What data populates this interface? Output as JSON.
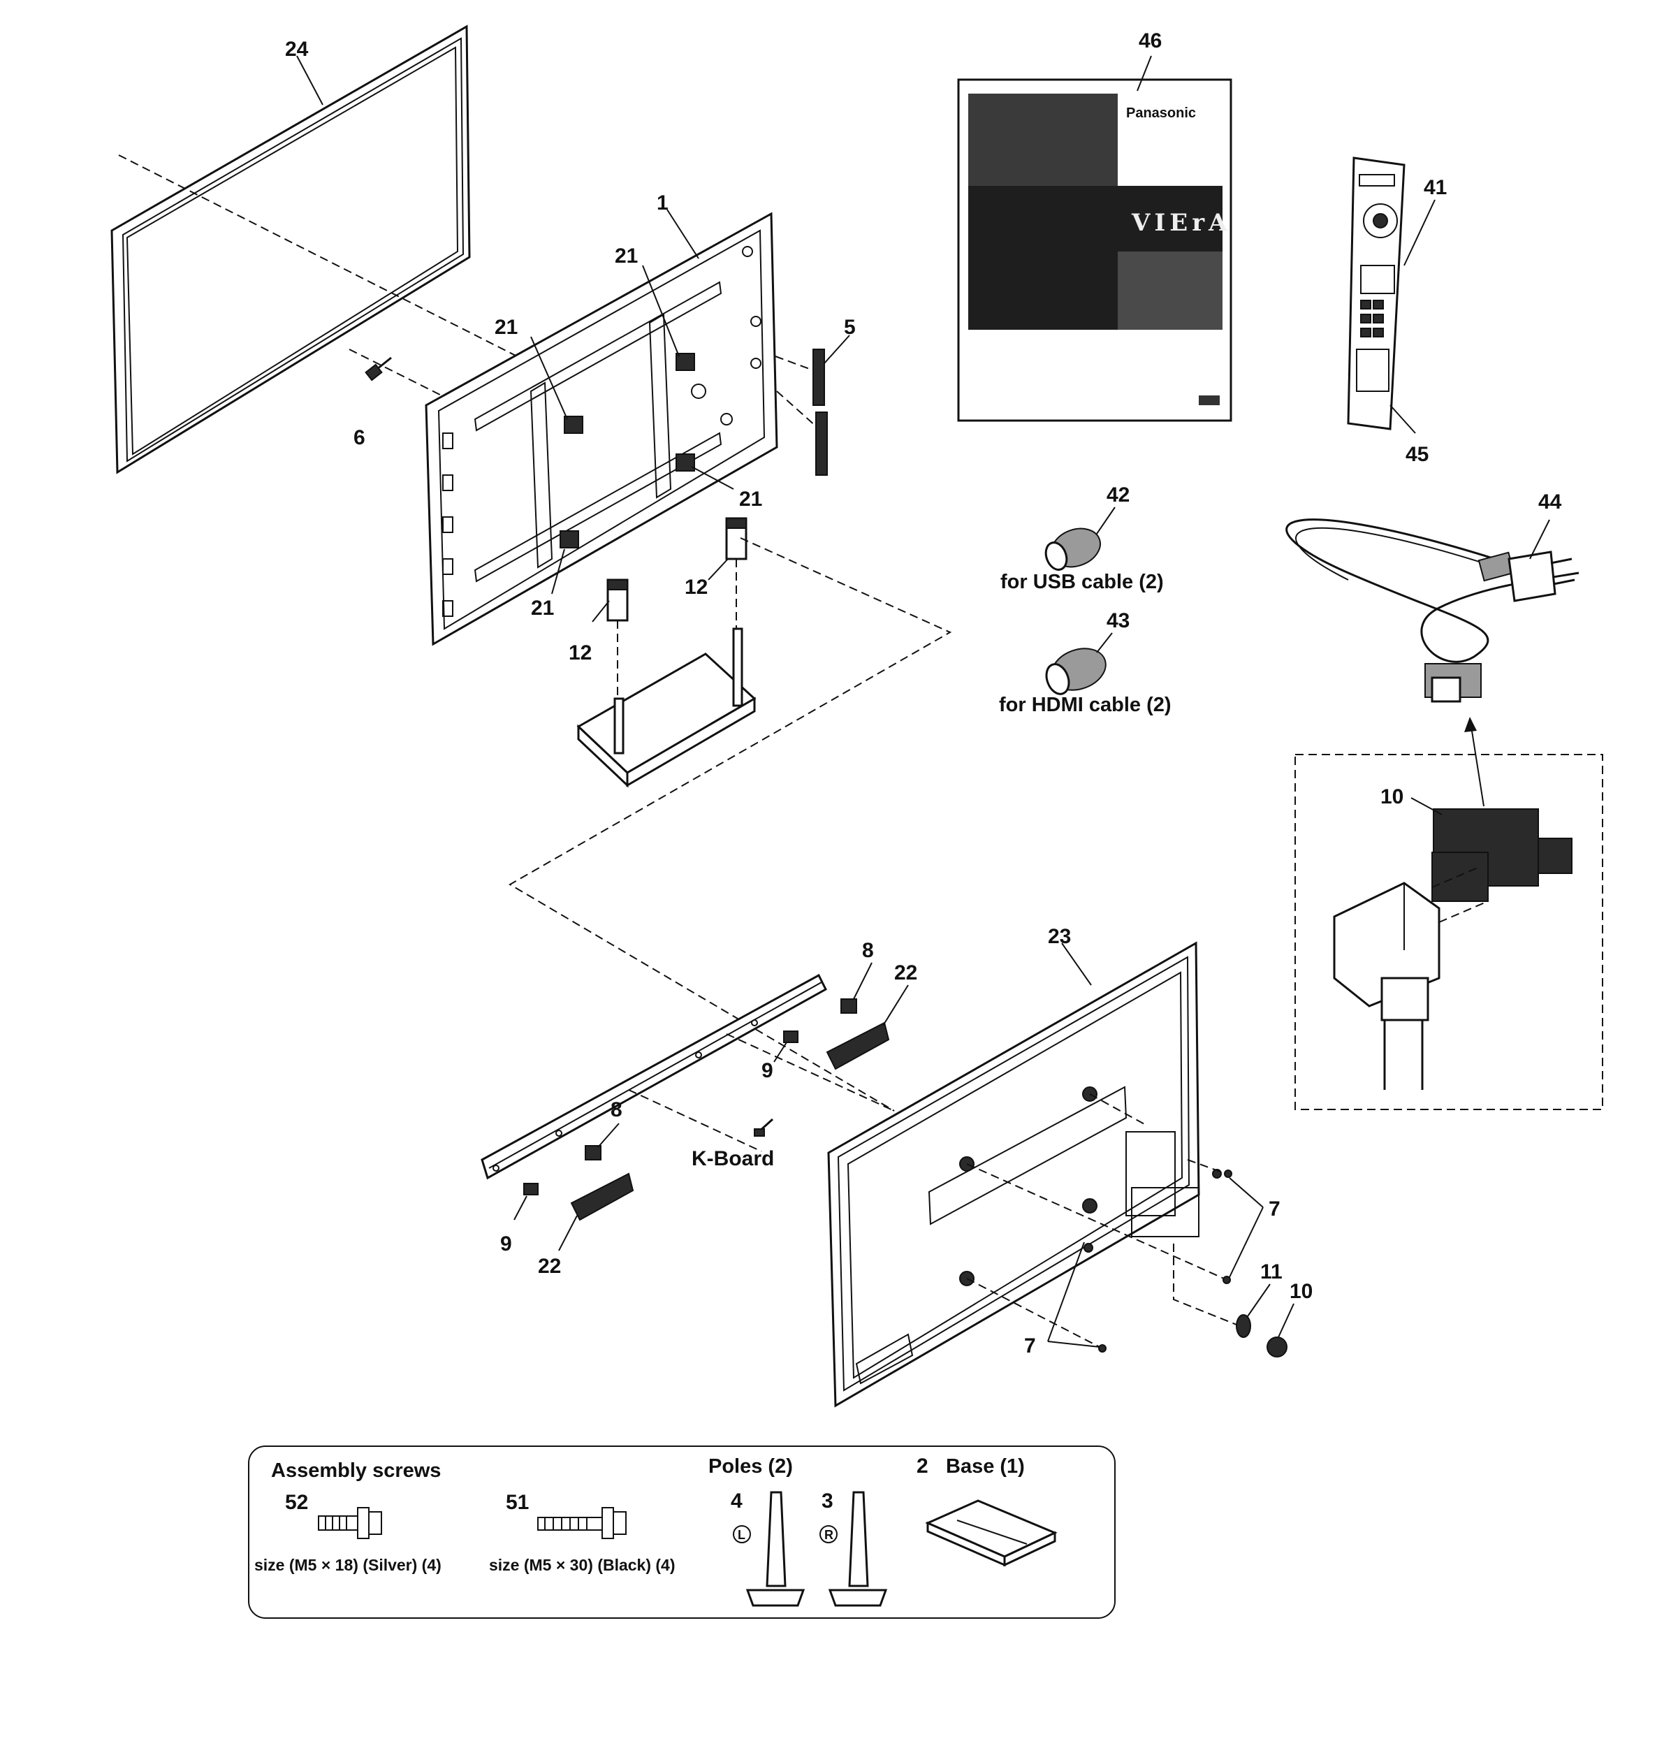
{
  "callouts": {
    "n24": "24",
    "n1": "1",
    "n21a": "21",
    "n21b": "21",
    "n21c": "21",
    "n21d": "21",
    "n5": "5",
    "n6": "6",
    "n12a": "12",
    "n12b": "12",
    "n46": "46",
    "n41": "41",
    "n45": "45",
    "n42": "42",
    "n43": "43",
    "n44": "44",
    "n10a": "10",
    "n8a": "8",
    "n8b": "8",
    "n22a": "22",
    "n22b": "22",
    "n9a": "9",
    "n9b": "9",
    "n23": "23",
    "n7a": "7",
    "n7b": "7",
    "n11": "11",
    "n10b": "10"
  },
  "labels": {
    "usb_cable": "for USB cable (2)",
    "hdmi_cable": "for HDMI cable (2)",
    "k_board": "K-Board"
  },
  "manual": {
    "brand": "Panasonic",
    "series": "VIErA"
  },
  "accessories": {
    "title": "Assembly screws",
    "screw_52": {
      "number": "52",
      "size": "size (M5 × 18) (Silver) (4)"
    },
    "screw_51": {
      "number": "51",
      "size": "size (M5 × 30) (Black) (4)"
    },
    "poles_title": "Poles (2)",
    "pole_4": {
      "number": "4",
      "side": "L"
    },
    "pole_3": {
      "number": "3",
      "side": "R"
    },
    "base_number": "2",
    "base_title": "Base (1)"
  }
}
